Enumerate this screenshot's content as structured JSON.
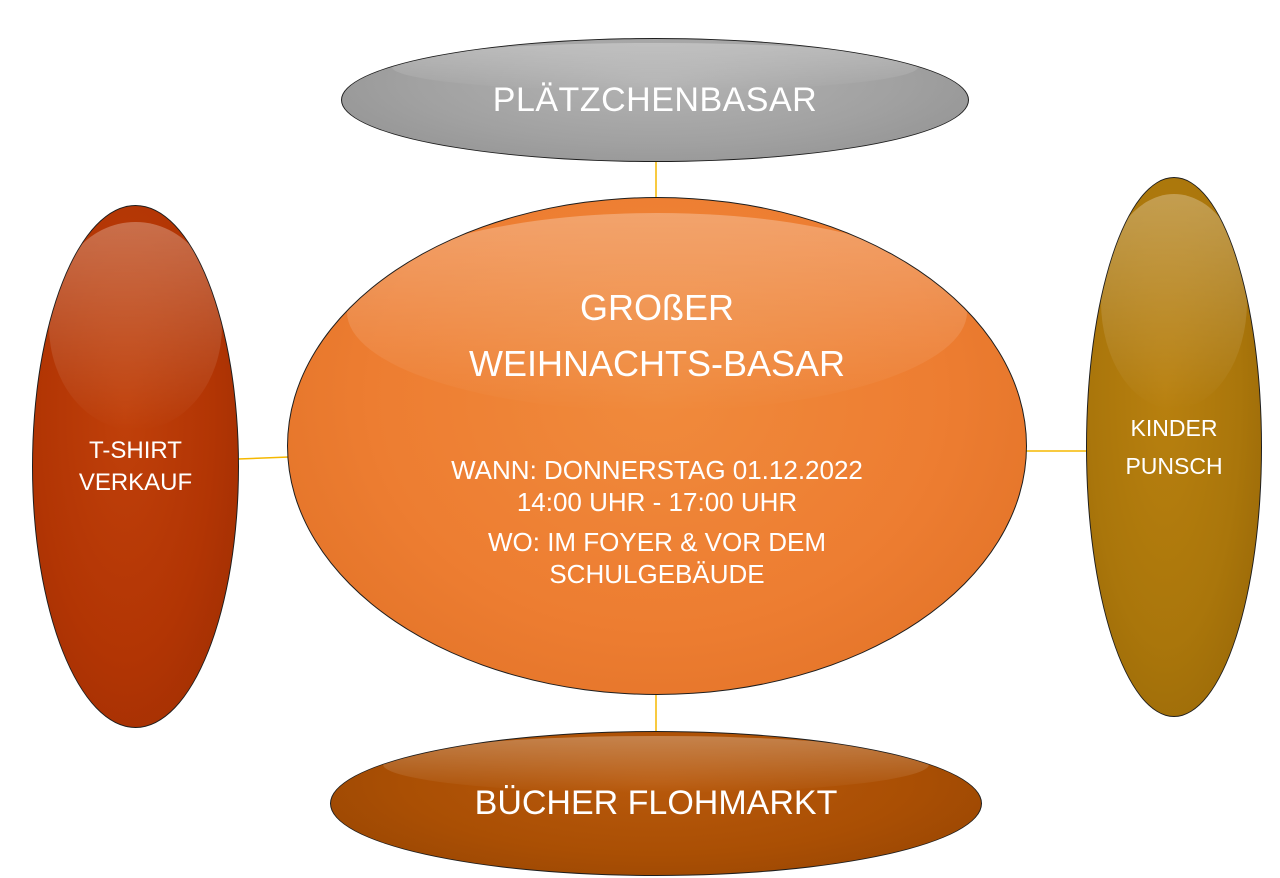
{
  "diagram": {
    "center": {
      "title_lines": [
        "GROßER",
        "WEIHNACHTS-BASAR"
      ],
      "when_lines": [
        "WANN: DONNERSTAG 01.12.2022",
        "14:00 UHR - 17:00 UHR"
      ],
      "where_lines": [
        "WO: IM FOYER & VOR DEM",
        "SCHULGEBÄUDE"
      ]
    },
    "top": {
      "label": "PLÄTZCHENBASAR"
    },
    "left": {
      "label_lines": [
        "T-SHIRT",
        "VERKAUF"
      ]
    },
    "right": {
      "label_lines": [
        "KINDER",
        "PUNSCH"
      ]
    },
    "bottom": {
      "label": "BÜCHER FLOHMARKT"
    }
  },
  "colors": {
    "center": "#ED7D31",
    "top": "#A5A5A5",
    "left": "#B23504",
    "right": "#AA760B",
    "bottom": "#AA4F04",
    "connector": "#F5B800",
    "text": "#FFFFFF"
  }
}
